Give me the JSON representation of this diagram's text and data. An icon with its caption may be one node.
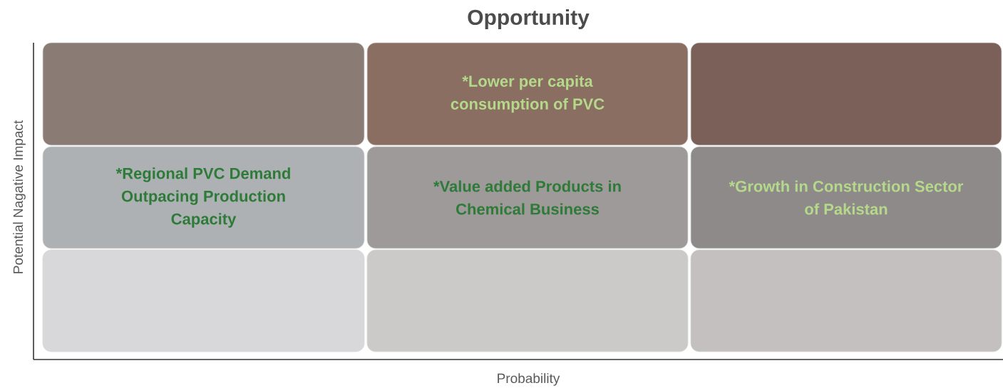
{
  "diagram": {
    "title": "Opportunity",
    "nodes": [
      {
        "text": [],
        "shape": "box"
      },
      {
        "text": [
          "*Lower per capita consumption of PVC"
        ]
      },
      {
        "text": [],
        "shape": "box"
      },
      {
        "text": [
          "*Regional PVC Demand Outpacing Production Capacity"
        ]
      },
      {
        "text": [
          "*Value added Products in Chemical Business"
        ]
      },
      {
        "text": [
          "*Growth in Construction Sector of Pakistan"
        ]
      },
      {
        "text": [],
        "shape": "box"
      },
      {
        "text": [],
        "shape": "box"
      },
      {
        "text": [],
        "shape": "box"
      }
    ],
    "edges": [],
    "labels": [
      "Potential Nagative Impact",
      "Probability"
    ]
  }
}
